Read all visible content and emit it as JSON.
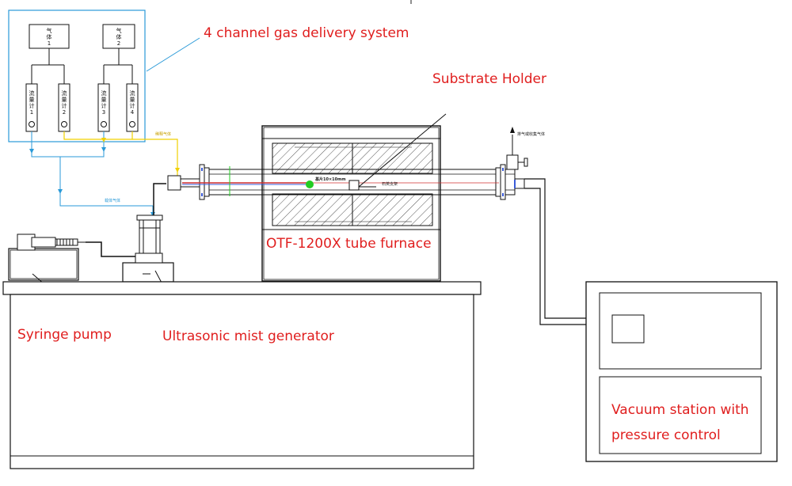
{
  "labels": {
    "gas_system": "4 channel gas delivery system",
    "substrate_holder": "Substrate Holder",
    "furnace": "OTF-1200X tube furnace",
    "syringe_pump": "Syringe pump",
    "mist_generator": "Ultrasonic mist generator",
    "vacuum_station": "Vacuum station with pressure control"
  },
  "gas_boxes": [
    {
      "text": "气体1"
    },
    {
      "text": "气体2"
    }
  ],
  "flowmeters": [
    {
      "text": "流量计1"
    },
    {
      "text": "流量计2"
    },
    {
      "text": "流量计3"
    },
    {
      "text": "流量计4"
    }
  ],
  "annotations": {
    "dilution_gas": "稀释气体",
    "carrier_gas": "载体气体",
    "exhaust": "排气或收集气体",
    "sample_size": "基片10×10mm",
    "quartz_holder": "石英支架"
  },
  "colors": {
    "callout_text": "#e01e1e",
    "line_cyan": "#2a9ad8",
    "line_yellow": "#f0d000",
    "dot_green": "#22cc22",
    "tube_red": "#d03030",
    "tube_blue": "#3a5bd8"
  }
}
